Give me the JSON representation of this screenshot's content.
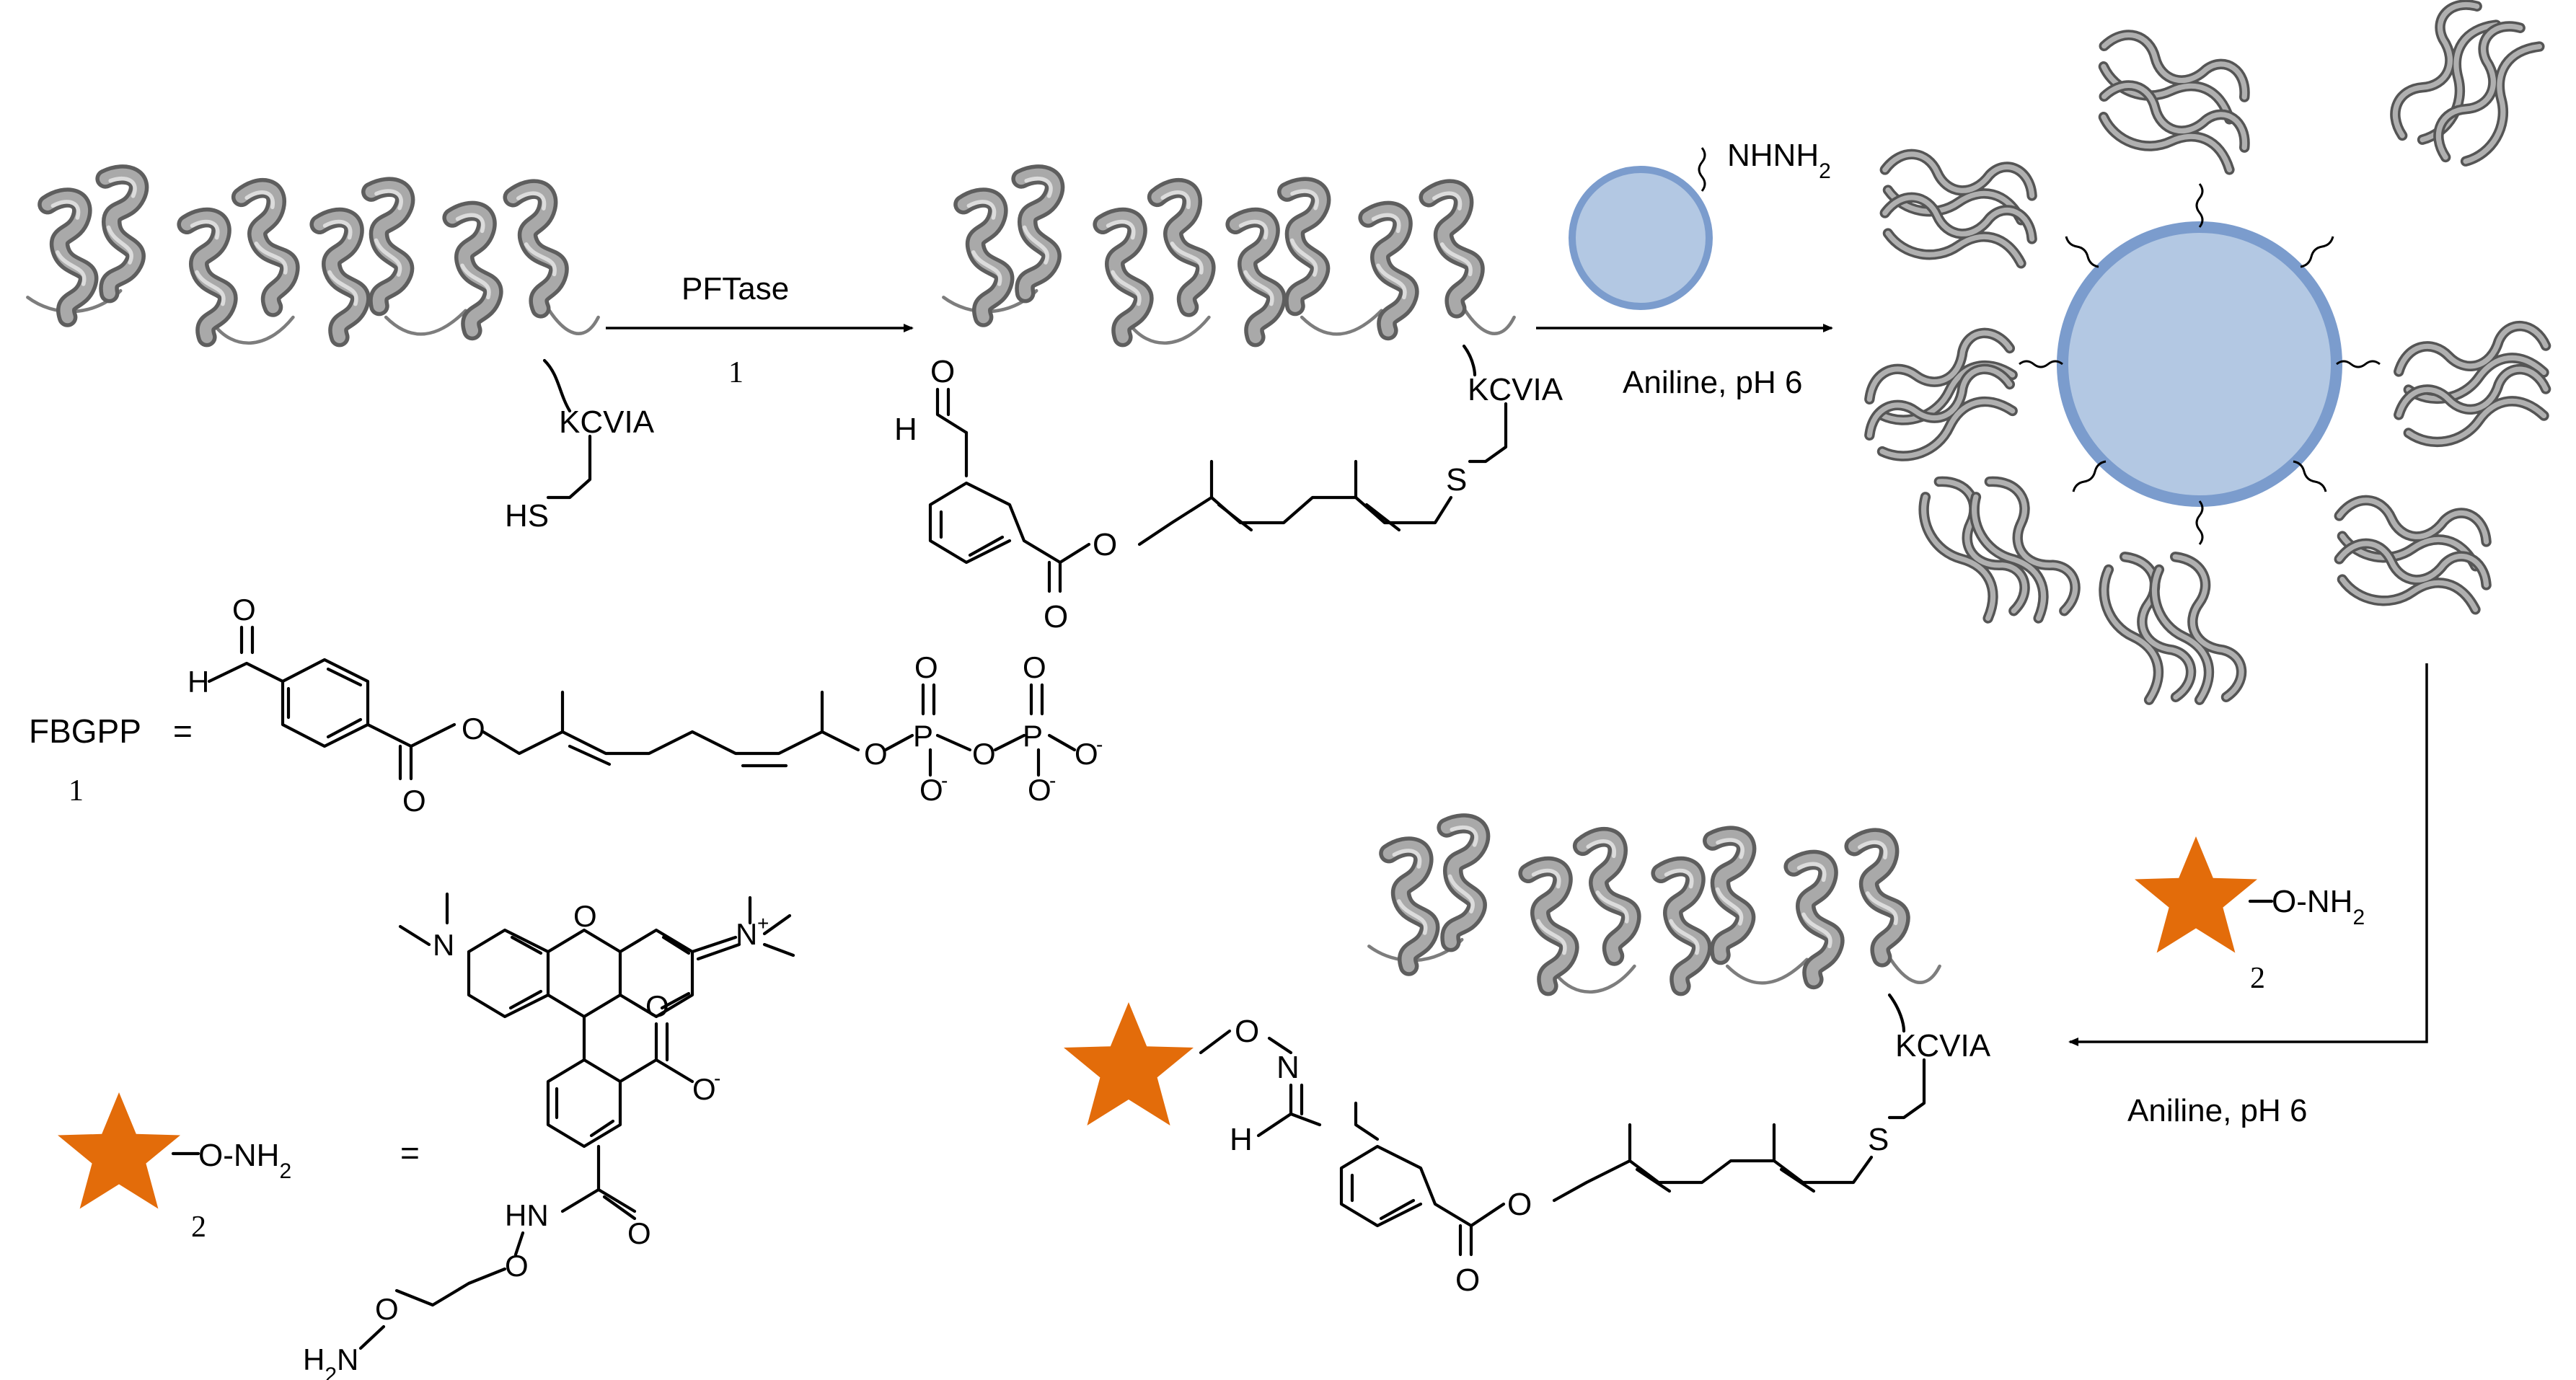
{
  "scheme": {
    "step1_reagent": "PFTase",
    "step1_ref": "1",
    "step2_conditions": "Aniline, pH 6",
    "step3_conditions": "Aniline, pH 6",
    "peptide_tag": "KCVIA",
    "thiol": "HS",
    "sulfur": "S",
    "bead_linker": "NHNH",
    "bead_linker_sub": "2",
    "aldehyde_H": "H",
    "oxygen": "O",
    "imine_N": "N"
  },
  "fbgpp": {
    "name": "FBGPP",
    "equals": "=",
    "ref": "1",
    "phosphorus": "P",
    "o_minus": "O",
    "minus": "-"
  },
  "probe": {
    "group": "O-NH",
    "group_sub": "2",
    "ref": "2",
    "equals": "=",
    "nitrogen": "N",
    "plus": "+",
    "amide": "HN",
    "amine": "H",
    "amine_sub": "2",
    "amine_N": "N"
  },
  "colors": {
    "protein": "#8c8c8c",
    "protein_dark": "#5e5e5e",
    "bead_fill": "#b3c8e3",
    "bead_stroke": "#7b9ccd",
    "star": "#e36c0a"
  }
}
